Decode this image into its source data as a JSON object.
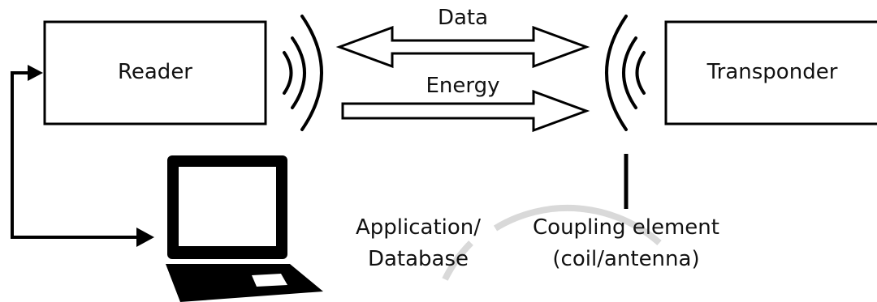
{
  "diagram": {
    "reader_label": "Reader",
    "transponder_label": "Transponder",
    "data_label": "Data",
    "energy_label": "Energy",
    "application_line1": "Application/",
    "application_line2": "Database",
    "coupling_line1": "Coupling element",
    "coupling_line2": "(coil/antenna)"
  },
  "colors": {
    "stroke": "#000000",
    "background": "#ffffff",
    "watermark": "#d9d9d9"
  }
}
